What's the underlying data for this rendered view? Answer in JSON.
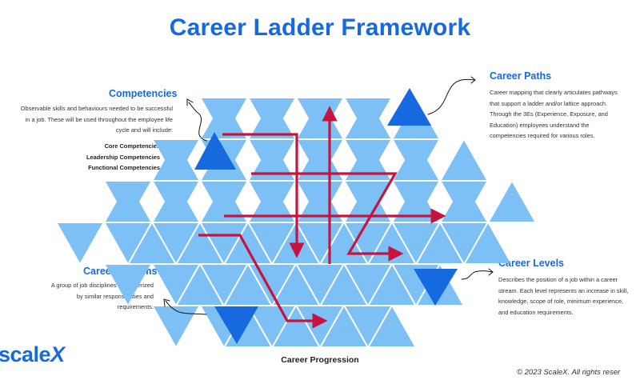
{
  "title": "Career Ladder Framework",
  "competencies": {
    "title": "Competencies",
    "lines": [
      "Observable skills and behaviours needed to be successful",
      "in a job. These will be used throughout the employee life",
      "cycle and will include:"
    ],
    "bullets": [
      "Core Competencies",
      "Leadership Competencies",
      "Functional Competencies"
    ]
  },
  "career_paths": {
    "title": "Career Paths",
    "lines": [
      "Career mapping that clearly articulates pathways",
      "that support a ladder and/or lattice approach.",
      "Through the 3Es (Experience, Exposure, and",
      "Education) employees understand the",
      "competencies required for various roles."
    ]
  },
  "career_streams": {
    "title": "Career Streams",
    "lines": [
      "A group of job disciplines characterized",
      "by similar responsibilities and",
      "requirements."
    ]
  },
  "career_levels": {
    "title": "Career Levels",
    "lines": [
      "Describes the position of a job within a career",
      "stream. Each level represents an increase in skill,",
      "knowledge, scope of role, minimum experience,",
      "and education requirements."
    ]
  },
  "progress_label": "Career Progression",
  "logo": {
    "main": "scale",
    "accent": "X"
  },
  "copyright": "© 2023 ScaleX. All rights reser",
  "colors": {
    "accent": "#1769e0",
    "tile": "#7cc0f5",
    "arrow": "#c5143f",
    "marker": "#1769e0"
  }
}
